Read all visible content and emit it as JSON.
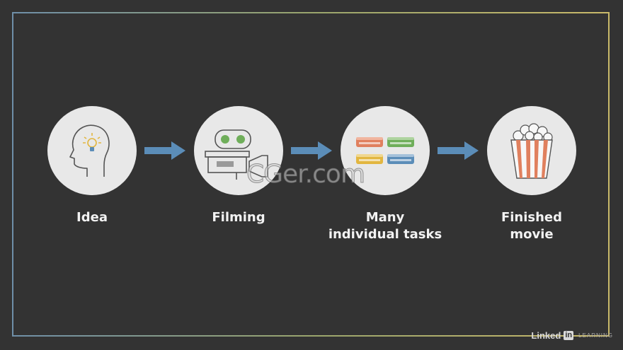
{
  "steps": [
    {
      "label_lines": [
        "Idea"
      ],
      "icon": "head-lightbulb-icon"
    },
    {
      "label_lines": [
        "Filming"
      ],
      "icon": "film-camera-icon"
    },
    {
      "label_lines": [
        "Many",
        "individual tasks"
      ],
      "icon": "film-reels-icon"
    },
    {
      "label_lines": [
        "Finished",
        "movie"
      ],
      "icon": "popcorn-icon"
    }
  ],
  "arrow_icon": "right-arrow-icon",
  "watermark": "CGer.com",
  "brand": {
    "name": "Linked",
    "box": "in",
    "sub": "LEARNING"
  },
  "colors": {
    "background": "#333333",
    "circle": "#e8e8e8",
    "arrow": "#5b8db8",
    "reel_orange": "#e0805e",
    "reel_green": "#6fae5a",
    "reel_yellow": "#e2b640",
    "reel_blue": "#5b8db8",
    "popcorn_stripe": "#e0805e"
  }
}
